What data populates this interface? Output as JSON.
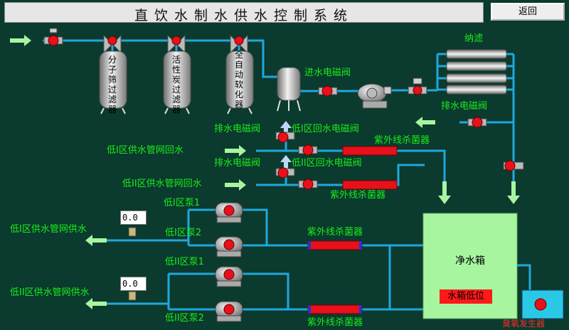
{
  "header": {
    "title": "直饮水制水供水控制系统",
    "back_label": "返回"
  },
  "filters": {
    "molecular_sieve": "分子筛过滤器",
    "activated_carbon": "活性炭过滤器",
    "softener": "全自动软化器"
  },
  "labels": {
    "nano_filter": "纳滤",
    "inlet_valve": "进水电磁阀",
    "drain_valve_main": "排水电磁阀",
    "drain_valve_zone1": "排水电磁阀",
    "return_valve_zone1": "低I区回水电磁阀",
    "return_valve_zone2": "低II区回水电磁阀",
    "drain_valve_zone2": "排水电磁阀",
    "zone1_return": "低I区供水管网回水",
    "zone2_return": "低II区供水管网回水",
    "uv_top1": "紫外线杀菌器",
    "uv_top2": "紫外线杀菌器",
    "uv_mid": "紫外线杀菌器",
    "uv_bottom": "紫外线杀菌器",
    "zone1_pump1": "低I区泵1",
    "zone1_pump2": "低I区泵2",
    "zone2_pump1": "低II区泵1",
    "zone2_pump2": "低II区泵2",
    "zone1_supply": "低I区供水管网供水",
    "zone2_supply": "低II区供水管网供水",
    "clean_tank": "净水箱",
    "low_level_alarm": "水箱低位",
    "ozone_generator": "臭氧发生器"
  },
  "readouts": {
    "zone1_flow": "0.0",
    "zone2_flow": "0.0"
  },
  "colors": {
    "background": "#0b3a2e",
    "pipe": "#1fa8dc",
    "label_green": "#19ee19",
    "valve_red": "#e8101a",
    "tank_green": "#a8f5a0",
    "uv_red": "#e8101a",
    "alarm_red": "#ff1a1a",
    "ozone_cyan": "#29c9e6"
  }
}
